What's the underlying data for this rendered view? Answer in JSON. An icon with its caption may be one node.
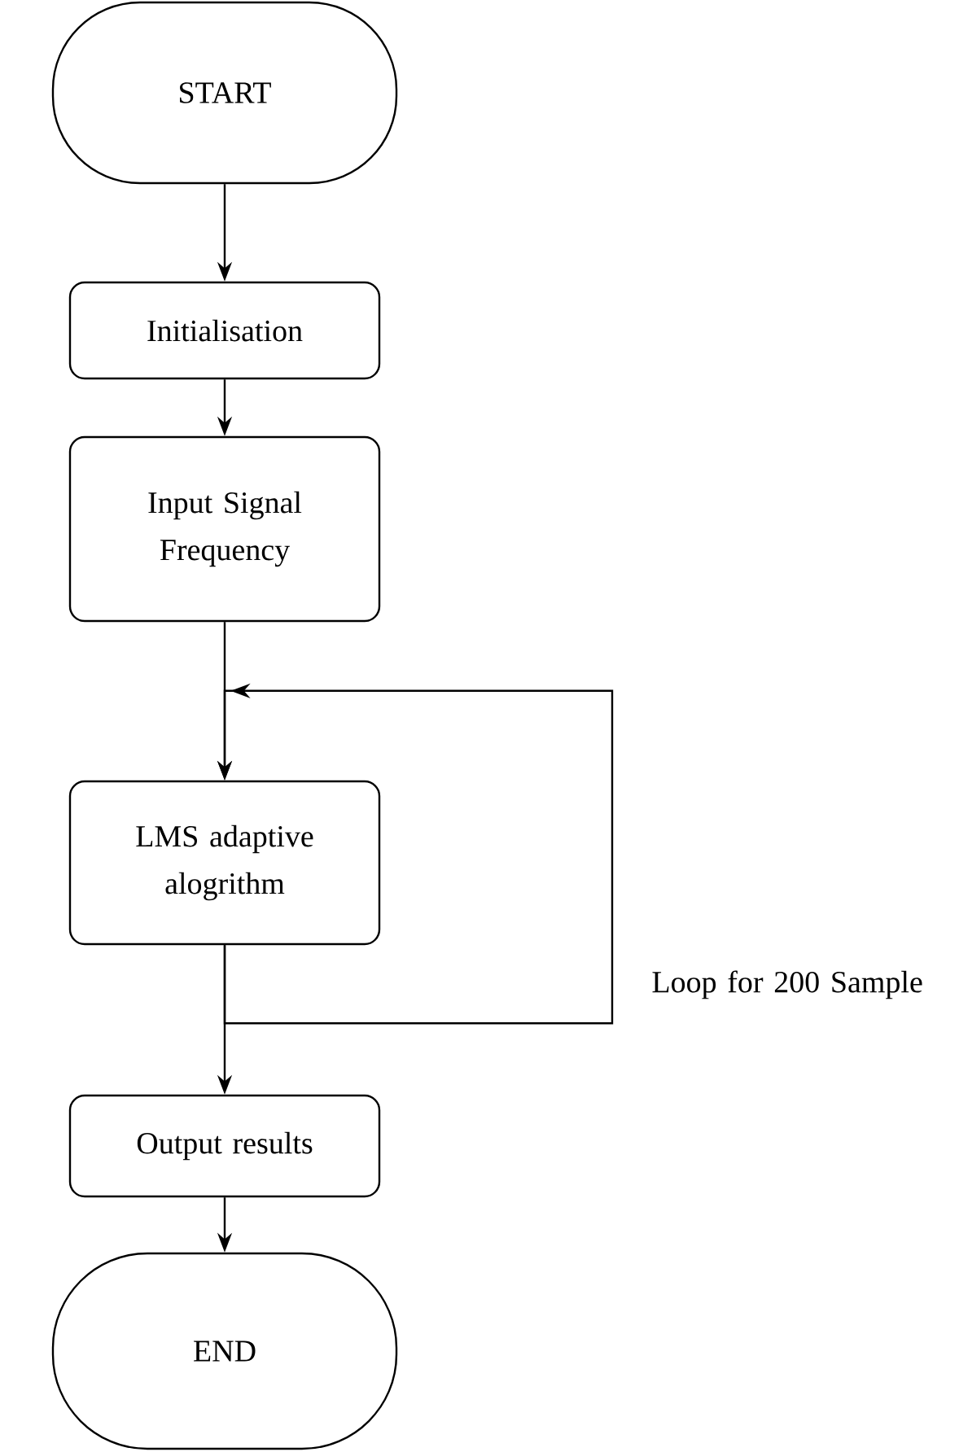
{
  "diagram": {
    "nodes": [
      {
        "text": [
          "START"
        ]
      },
      {
        "text": [
          "Initialisation"
        ]
      },
      {
        "text": [
          "Input Signal Frequency"
        ]
      },
      {
        "text": [
          "LMS adaptive alogrithm"
        ]
      },
      {
        "text": [
          "Output results"
        ]
      },
      {
        "text": [
          "END"
        ]
      }
    ],
    "edges": [
      {
        "from": 0,
        "to": 1,
        "arrow": "to"
      },
      {
        "from": 1,
        "to": 2,
        "arrow": "to"
      },
      {
        "from": 2,
        "to": 3,
        "arrow": "to"
      },
      {
        "from": 3,
        "to": 3,
        "arrow": "to"
      },
      {
        "from": 3,
        "to": 4,
        "arrow": "to"
      },
      {
        "from": 4,
        "to": 5,
        "arrow": "to"
      }
    ],
    "labels": [
      "Loop for 200 Sample"
    ]
  }
}
